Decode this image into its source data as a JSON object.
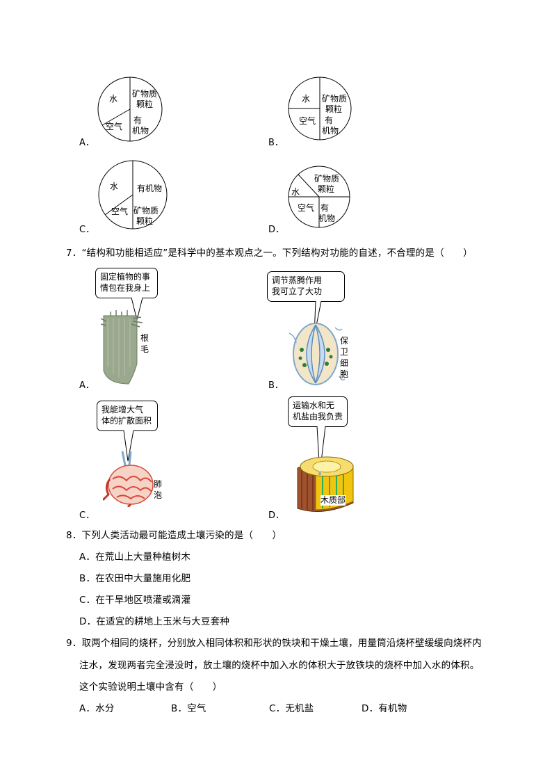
{
  "q6": {
    "options": [
      {
        "letter": "A．",
        "segments": {
          "water": "水",
          "mineral": "矿物质颗粒",
          "air": "空气",
          "organic": "有机物"
        }
      },
      {
        "letter": "B．",
        "segments": {
          "water": "水",
          "mineral": "矿物质颗粒",
          "air": "空气",
          "organic": "有机物"
        }
      },
      {
        "letter": "C．",
        "segments": {
          "water": "水",
          "mineral": "矿物质颗粒",
          "air": "空气",
          "organic": "有机物"
        }
      },
      {
        "letter": "D．",
        "segments": {
          "water": "水",
          "mineral": "矿物质颗粒",
          "air": "空气",
          "organic": "有机物"
        }
      }
    ],
    "pie_lines": {
      "a_mineral_1": "矿物质",
      "a_mineral_2": "颗粒",
      "a_organic_1": "有",
      "a_organic_2": "机物",
      "c_organic": "有机物",
      "c_mineral_1": "矿物质",
      "c_mineral_2": "颗粒"
    }
  },
  "q7": {
    "stem": "7．“结构和功能相适应”是科学中的基本观点之一。下列结构对功能的自述，不合理的是（　　）",
    "options": [
      {
        "letter": "A．",
        "bubble_1": "固定植物的事",
        "bubble_2": "情包在我身上",
        "label_1": "根",
        "label_2": "毛"
      },
      {
        "letter": "B．",
        "bubble_1": "调节蒸腾作用",
        "bubble_2": "我可立了大功",
        "label_1": "保",
        "label_2": "卫",
        "label_3": "细",
        "label_4": "胞"
      },
      {
        "letter": "C．",
        "bubble_1": "我能增大气",
        "bubble_2": "体的扩散面积",
        "label_1": "肺",
        "label_2": "泡"
      },
      {
        "letter": "D．",
        "bubble_1": "运输水和无",
        "bubble_2": "机盐由我负责",
        "label_1": "木质部"
      }
    ]
  },
  "q8": {
    "stem": "8．下列人类活动最可能造成土壤污染的是（　　）",
    "options": [
      "A．在荒山上大量种植树木",
      "B．在农田中大量施用化肥",
      "C．在干旱地区喷灌或滴灌",
      "D．在适宜的耕地上玉米与大豆套种"
    ]
  },
  "q9": {
    "stem_1": "9．取两个相同的烧杯，分别放入相同体积和形状的铁块和干燥土壤，用量筒沿烧杯壁缓缓向烧杯内",
    "stem_2": "注水，发现两者完全浸没时，放土壤的烧杯中加入水的体积大于放铁块的烧杯中加入水的体积。",
    "stem_3": "这个实验说明土壤中含有（　　）",
    "options": [
      "A．水分",
      "B．空气",
      "C．无机盐",
      "D．有机物"
    ]
  }
}
